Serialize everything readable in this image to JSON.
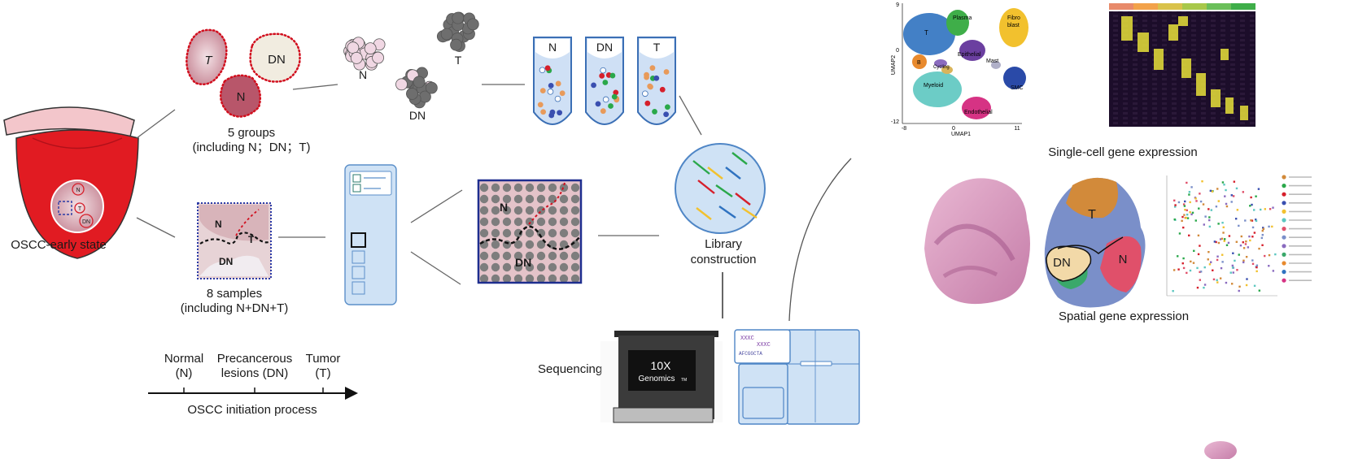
{
  "labels": {
    "oscc_early": "OSCC-early state",
    "groups_line1": "5 groups",
    "groups_line2": "(including N；DN；T)",
    "samples_line1": "8 samples",
    "samples_line2": "(including N+DN+T)",
    "library_line1": "Library",
    "library_line2": "construction",
    "sequencing": "Sequencing",
    "single_cell": "Single-cell gene expression",
    "spatial": "Spatial gene expression",
    "initiation": "OSCC initiation process"
  },
  "tongue_marks": {
    "n": "N",
    "t": "T",
    "dn": "DN"
  },
  "tissues": {
    "t": "T",
    "dn": "DN",
    "n": "N"
  },
  "clusters": {
    "n": "N",
    "t": "T",
    "dn": "DN"
  },
  "tubes": [
    "N",
    "DN",
    "T"
  ],
  "sample_zoom": {
    "n": "N",
    "t": "T",
    "dn": "DN"
  },
  "spot_array": {
    "n": "N",
    "dn": "DN"
  },
  "timeline": {
    "normal_1": "Normal",
    "normal_2": "(N)",
    "pre_1": "Precancerous",
    "pre_2": "lesions (DN)",
    "tumor_1": "Tumor",
    "tumor_2": "(T)"
  },
  "sequencer": {
    "brand": "10X",
    "model": "Genomics",
    "tm": "TM"
  },
  "umap": {
    "ylabel": "UMAP2",
    "xlabel": "UMAP1",
    "yticks": [
      "9",
      "0",
      "-12"
    ],
    "xticks": [
      "-8",
      "0",
      "11"
    ],
    "clusters": {
      "plasma": "Plasma",
      "fibro1": "Fibro",
      "fibro2": "blast",
      "t": "T",
      "b": "B",
      "epithelial": "Epithelial",
      "cycling": "Cycling",
      "mast": "Mast",
      "smc": "SMC",
      "myeloid": "Myeloid",
      "endothelial": "Endothelial"
    },
    "colors": {
      "t": "#2f72c0",
      "plasma": "#3fae49",
      "fibro": "#f2c12e",
      "epithelial": "#6b3fa0",
      "b": "#e88a2e",
      "myeloid": "#5cc7c0",
      "endothelial": "#d63384",
      "smc": "#2a4aa8",
      "mast": "#b0b0c8"
    }
  },
  "spatial_map": {
    "t": "T",
    "dn": "DN",
    "n": "N"
  }
}
